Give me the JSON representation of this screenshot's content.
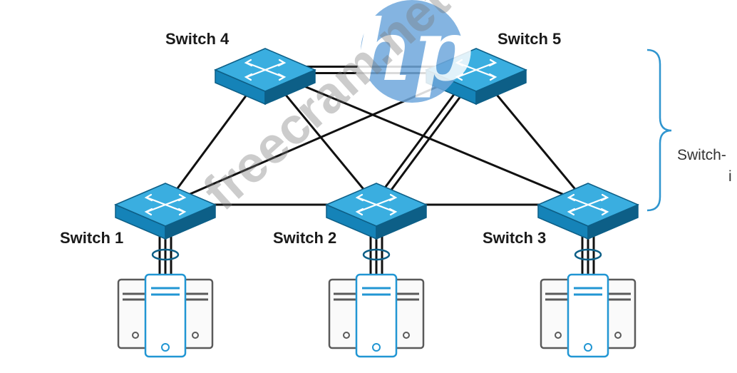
{
  "switches": [
    {
      "id": "s4",
      "label": "Switch 4"
    },
    {
      "id": "s5",
      "label": "Switch 5"
    },
    {
      "id": "s1",
      "label": "Switch 1"
    },
    {
      "id": "s2",
      "label": "Switch 2"
    },
    {
      "id": "s3",
      "label": "Switch 3"
    }
  ],
  "links": [
    [
      "s4",
      "s5"
    ],
    [
      "s4",
      "s5"
    ],
    [
      "s4",
      "s1"
    ],
    [
      "s4",
      "s2"
    ],
    [
      "s4",
      "s3"
    ],
    [
      "s5",
      "s1"
    ],
    [
      "s5",
      "s2"
    ],
    [
      "s5",
      "s2"
    ],
    [
      "s5",
      "s3"
    ],
    [
      "s1",
      "s2"
    ],
    [
      "s2",
      "s3"
    ]
  ],
  "servers": [
    {
      "attached_to": "s1"
    },
    {
      "attached_to": "s2"
    },
    {
      "attached_to": "s3"
    }
  ],
  "side_label": {
    "line1": "Switch-",
    "line2": "i"
  },
  "watermark": {
    "text": "freecram.net",
    "logo_text": "hp"
  },
  "colors": {
    "switch_top": "#3aaee0",
    "switch_side": "#1583b8",
    "switch_edge": "#0d5f87",
    "link": "#111111",
    "server_stroke": "#5a5a5a",
    "server_blue": "#2196d3",
    "brace": "#2f95cf",
    "watermark_logo": "#6fa8dc"
  }
}
